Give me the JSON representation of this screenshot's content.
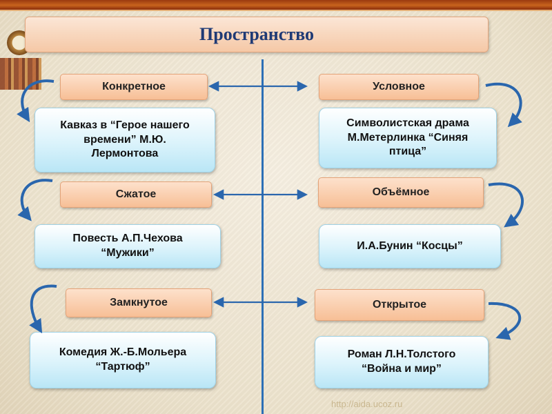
{
  "title": "Пространство",
  "rows": [
    {
      "left": {
        "category": "Конкретное",
        "example": "Кавказ в “Герое нашего\nвремени” М.Ю.\nЛермонтова"
      },
      "right": {
        "category": "Условное",
        "example": "Символистская драма\nМ.Метерлинка “Синяя\nптица”"
      }
    },
    {
      "left": {
        "category": "Сжатое",
        "example": "Повесть  А.П.Чехова\n“Мужики”"
      },
      "right": {
        "category": "Объёмное",
        "example": "И.А.Бунин “Косцы”"
      }
    },
    {
      "left": {
        "category": "Замкнутое",
        "example": "Комедия  Ж.-Б.Мольера\n“Тартюф”"
      },
      "right": {
        "category": "Открытое",
        "example": "Роман Л.Н.Толстого\n“Война и мир”"
      }
    }
  ],
  "watermark": "http://aida.ucoz.ru",
  "colors": {
    "axis": "#2c6fb6",
    "arrow": "#2a66ad",
    "title_text": "#1f3a75"
  }
}
